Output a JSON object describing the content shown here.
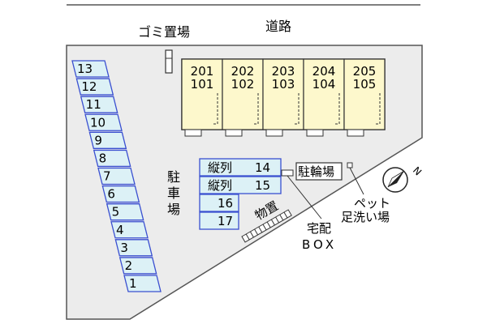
{
  "road_label": "道路",
  "garbage_label": "ゴミ置場",
  "parking_label": [
    "駐",
    "車",
    "場"
  ],
  "units": [
    {
      "top": "201",
      "bottom": "101"
    },
    {
      "top": "202",
      "bottom": "102"
    },
    {
      "top": "203",
      "bottom": "103"
    },
    {
      "top": "204",
      "bottom": "104"
    },
    {
      "top": "205",
      "bottom": "105"
    }
  ],
  "parking_left": [
    "13",
    "12",
    "11",
    "10",
    "9",
    "8",
    "7",
    "6",
    "5",
    "4",
    "3",
    "2",
    "1"
  ],
  "parking_center": [
    {
      "label": "縦列",
      "num": "14"
    },
    {
      "label": "縦列",
      "num": "15"
    },
    {
      "label": "",
      "num": "16"
    },
    {
      "label": "",
      "num": "17"
    }
  ],
  "bicycle_label": "駐輪場",
  "storage_label": "物置",
  "delivery_box_label": [
    "宅配",
    "BOX"
  ],
  "pet_label": [
    "ペット",
    "足洗い場"
  ],
  "compass_label": "N",
  "colors": {
    "ground": "#ececec",
    "building": "#fdf8cc",
    "parking": "#dcf1f6",
    "parking_stroke": "#3a4fd0",
    "line": "#333333"
  }
}
